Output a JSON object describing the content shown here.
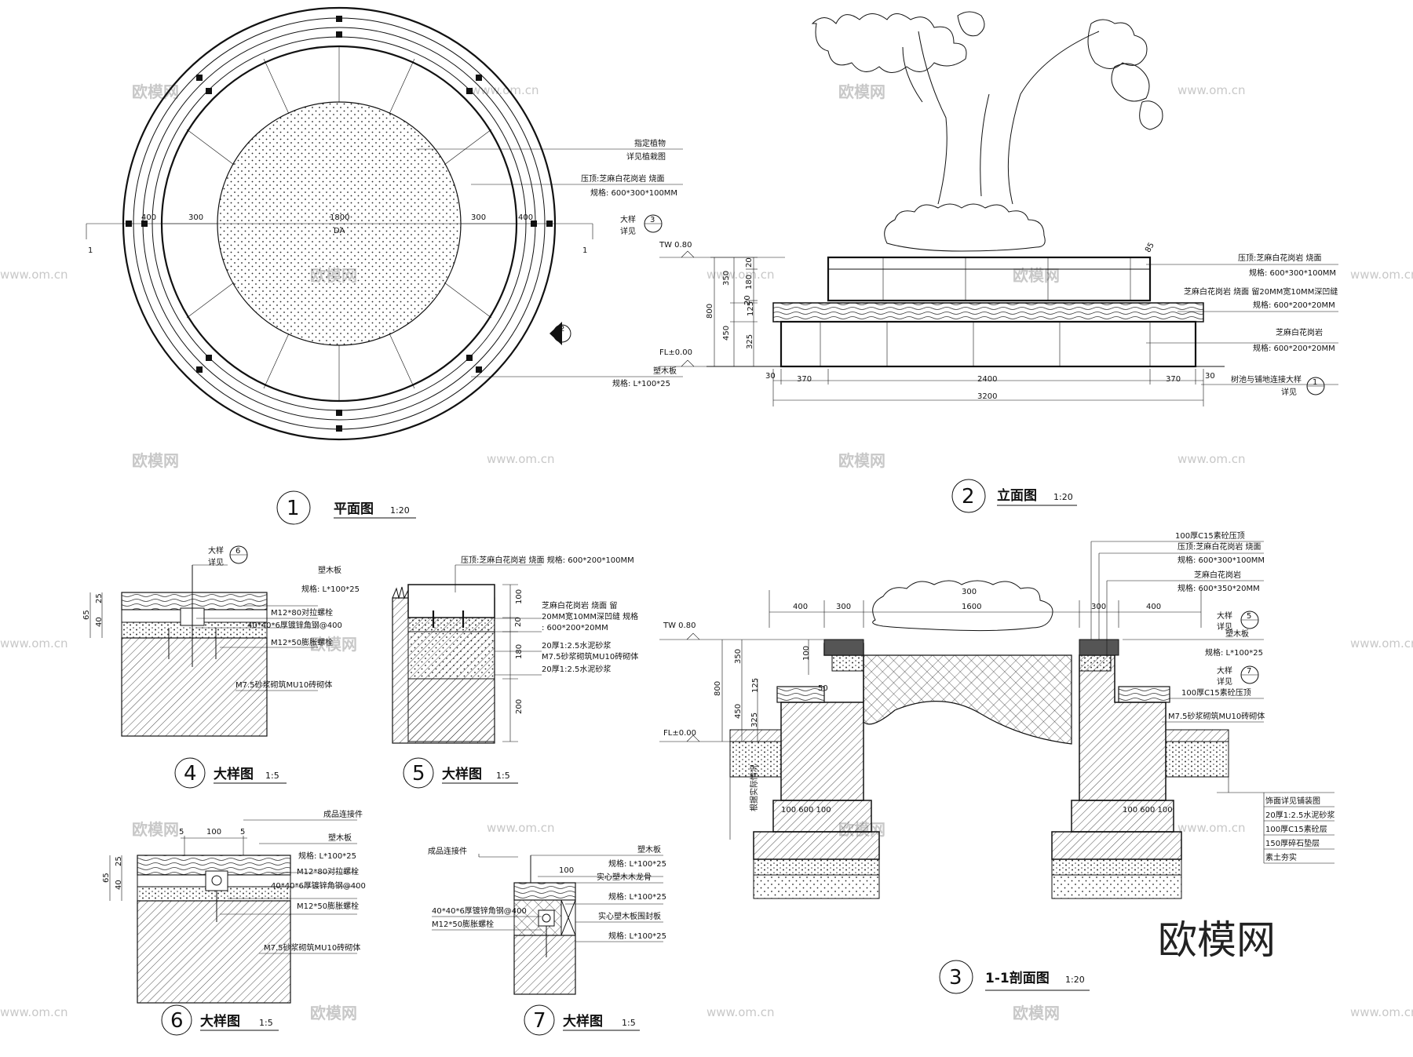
{
  "watermarks": {
    "brand_cn": "欧模网",
    "url": "www.om.cn",
    "corner_brand": "欧模网"
  },
  "plan": {
    "number": "1",
    "title": "平面图",
    "scale": "1:20",
    "dims": {
      "outer_left": "400",
      "mid_left": "300",
      "center": "1800",
      "dia": "DA",
      "mid_right": "300",
      "outer_right": "400"
    },
    "cut_left": "1",
    "cut_right": "1",
    "view_marker": "2",
    "notes": {
      "plant_1": "指定植物",
      "plant_2": "详见植栽图",
      "cap_1": "压顶:芝麻白花岗岩 烧面",
      "cap_2": "规格: 600*300*100MM",
      "wood_1": "塑木板",
      "wood_2": "规格: L*100*25"
    },
    "ref": {
      "label_1": "大样",
      "label_2": "详见",
      "num": "3"
    }
  },
  "elevation": {
    "number": "2",
    "title": "立面图",
    "scale": "1:20",
    "tw": "TW 0.80",
    "fl": "FL±0.00",
    "vdims": {
      "total": "800",
      "upper": "350",
      "lower": "450",
      "a": "20",
      "b": "180",
      "c": "20",
      "d": "125",
      "e": "325"
    },
    "hdims": {
      "l_edge": "30",
      "left": "370",
      "center": "2400",
      "right": "370",
      "r_edge": "30",
      "total": "3200"
    },
    "tag_85": "85",
    "notes": {
      "cap_1": "压顶:芝麻白花岗岩 烧面",
      "cap_2": "规格: 600*300*100MM",
      "strip_1": "芝麻白花岗岩 烧面 留20MM宽10MM深凹缝",
      "strip_2": "规格: 600*200*20MM",
      "base_1": "芝麻白花岗岩",
      "base_2": "规格: 600*200*20MM"
    },
    "ref": {
      "label_1": "树池与铺地连接大样",
      "label_2": "详见",
      "num": "1"
    }
  },
  "section": {
    "number": "3",
    "title": "1-1剖面图",
    "scale": "1:20",
    "tw": "TW 0.80",
    "fl": "FL±0.00",
    "hdims": {
      "a": "400",
      "b": "300",
      "c": "300",
      "d": "1600",
      "e": "300",
      "f": "400"
    },
    "vdims": {
      "total": "800",
      "upper": "350",
      "lower": "450",
      "a": "125",
      "b": "325",
      "c": "100",
      "d": "50"
    },
    "base_dims_left": "100 600 100",
    "base_dims_right": "100 600 100",
    "side_note": "根据实际情况",
    "notes": {
      "n1": "100厚C15素砼压顶",
      "n2": "压顶:芝麻白花岗岩 烧面",
      "n3": "规格: 600*300*100MM",
      "n4": "芝麻白花岗岩",
      "n5": "规格: 600*350*20MM",
      "n6": "塑木板",
      "n7": "规格: L*100*25",
      "n8": "100厚C15素砼压顶",
      "n9": "M7.5砂浆砌筑MU10砖砌体"
    },
    "ref5": {
      "label_1": "大样",
      "label_2": "详见",
      "num": "5"
    },
    "ref7": {
      "label_1": "大样",
      "label_2": "详见",
      "num": "7"
    },
    "layers": [
      "饰面详见铺装图",
      "20厚1:2.5水泥砂浆",
      "100厚C15素砼层",
      "150厚碎石垫层",
      "素土夯实"
    ]
  },
  "detail4": {
    "number": "4",
    "title": "大样图",
    "scale": "1:5",
    "ref": {
      "label_1": "大样",
      "label_2": "详见",
      "num": "6"
    },
    "dims": {
      "total": "65",
      "a": "25",
      "b": "40"
    },
    "notes": {
      "n1": "塑木板",
      "n2": "规格: L*100*25",
      "n3": "M12*80对拉螺栓",
      "n4": "40*40*6厚镀锌角钢@400",
      "n5": "M12*50膨胀螺栓",
      "n6": "M7.5砂浆砌筑MU10砖砌体"
    }
  },
  "detail5": {
    "number": "5",
    "title": "大样图",
    "scale": "1:5",
    "dims": {
      "a": "100",
      "b": "20",
      "c": "180",
      "d": "200"
    },
    "notes": {
      "n1": "压顶:芝麻白花岗岩 烧面  规格: 600*200*100MM",
      "n2": "芝麻白花岗岩 烧面 留",
      "n3": "20MM宽10MM深凹缝  规格",
      "n4": ": 600*200*20MM",
      "n5": "20厚1:2.5水泥砂浆",
      "n6": "M7.5砂浆砌筑MU10砖砌体",
      "n7": "20厚1:2.5水泥砂浆"
    }
  },
  "detail6": {
    "number": "6",
    "title": "大样图",
    "scale": "1:5",
    "dims": {
      "gap_l": "5",
      "span": "100",
      "gap_r": "5",
      "total": "65",
      "a": "25",
      "b": "40"
    },
    "notes": {
      "n0": "成品连接件",
      "n1": "塑木板",
      "n2": "规格: L*100*25",
      "n3": "M12*80对拉螺栓",
      "n4": "40*40*6厚镀锌角钢@400",
      "n5": "M12*50膨胀螺栓",
      "n6": "M7.5砂浆砌筑MU10砖砌体"
    }
  },
  "detail7": {
    "number": "7",
    "title": "大样图",
    "scale": "1:5",
    "dims": {
      "span": "100"
    },
    "notes": {
      "n0": "成品连接件",
      "n1": "塑木板",
      "n2": "规格: L*100*25",
      "n3": "实心塑木木龙骨",
      "n4": "规格: L*100*25",
      "n5": "40*40*6厚镀锌角钢@400",
      "n6": "M12*50膨胀螺栓",
      "n7": "实心塑木板围封板",
      "n8": "规格: L*100*25"
    }
  }
}
